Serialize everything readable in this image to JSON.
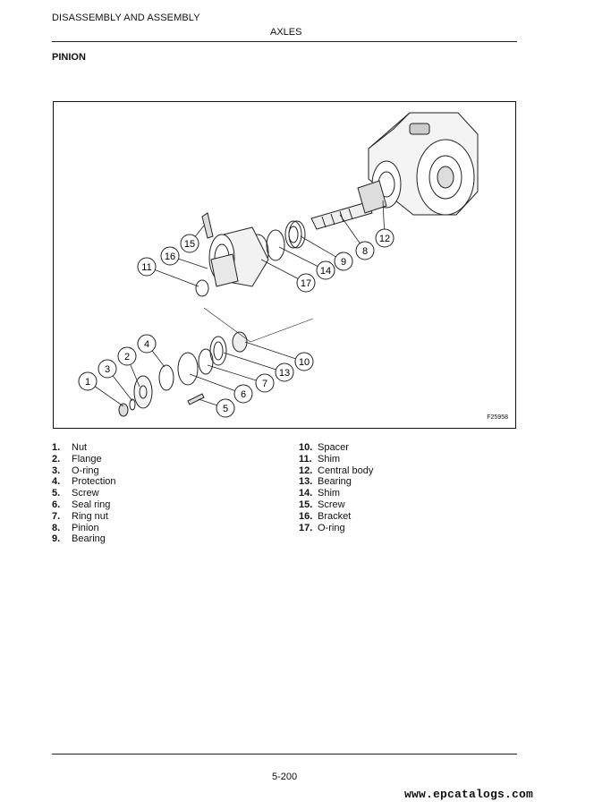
{
  "header": {
    "section_title": "DISASSEMBLY AND ASSEMBLY",
    "chapter": "AXLES"
  },
  "page_heading": "PINION",
  "figure": {
    "figure_id": "F25958",
    "callouts": [
      "1",
      "2",
      "3",
      "4",
      "5",
      "6",
      "7",
      "8",
      "9",
      "10",
      "11",
      "12",
      "13",
      "14",
      "15",
      "16",
      "17"
    ]
  },
  "legend": {
    "left": [
      {
        "num": "1.",
        "label": "Nut"
      },
      {
        "num": "2.",
        "label": "Flange"
      },
      {
        "num": "3.",
        "label": "O-ring"
      },
      {
        "num": "4.",
        "label": "Protection"
      },
      {
        "num": "5.",
        "label": "Screw"
      },
      {
        "num": "6.",
        "label": "Seal ring"
      },
      {
        "num": "7.",
        "label": "Ring nut"
      },
      {
        "num": "8.",
        "label": "Pinion"
      },
      {
        "num": "9.",
        "label": "Bearing"
      }
    ],
    "right": [
      {
        "num": "10.",
        "label": "Spacer"
      },
      {
        "num": "11.",
        "label": "Shim"
      },
      {
        "num": "12.",
        "label": "Central body"
      },
      {
        "num": "13.",
        "label": "Bearing"
      },
      {
        "num": "14.",
        "label": "Shim"
      },
      {
        "num": "15.",
        "label": "Screw"
      },
      {
        "num": "16.",
        "label": "Bracket"
      },
      {
        "num": "17.",
        "label": "O-ring"
      }
    ]
  },
  "footer": {
    "page_number": "5-200",
    "watermark": "www.epcatalogs.com"
  }
}
